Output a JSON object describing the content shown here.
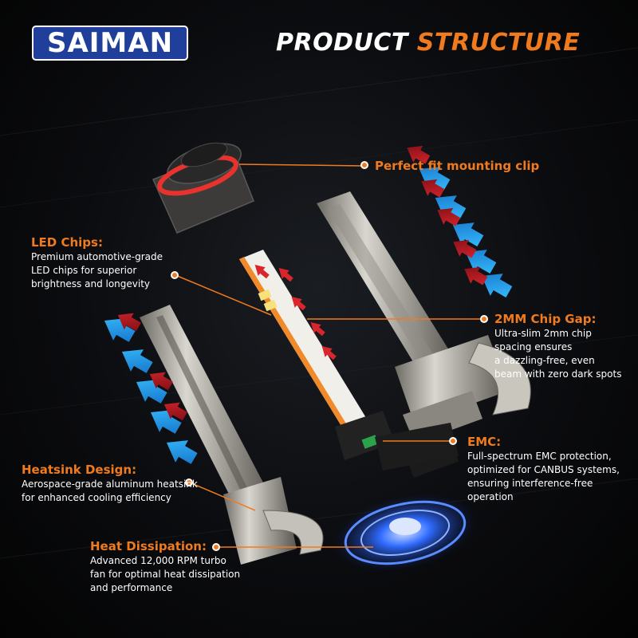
{
  "brand": {
    "logo_text": "SAIMAN"
  },
  "headline": {
    "word1": "PRODUCT",
    "word2": "STRUCTURE"
  },
  "callouts": {
    "mounting_clip": {
      "title": "Perfect fit mounting clip"
    },
    "led_chips": {
      "title": "LED Chips:",
      "lines": [
        "Premium automotive-grade",
        "LED chips for superior",
        "brightness and longevity"
      ]
    },
    "chip_gap": {
      "title": "2MM Chip Gap:",
      "lines": [
        "Ultra-slim 2mm chip",
        "spacing ensures",
        "a dazzling-free, even",
        "beam with zero dark spots"
      ]
    },
    "emc": {
      "title": "EMC:",
      "lines": [
        "Full-spectrum EMC protection,",
        "optimized for CANBUS systems,",
        "ensuring interference-free",
        "operation"
      ]
    },
    "heatsink": {
      "title": "Heatsink Design:",
      "lines": [
        "Aerospace-grade aluminum heatsink",
        "for enhanced cooling efficiency"
      ]
    },
    "heat_dissipation": {
      "title": "Heat Dissipation:",
      "lines": [
        "Advanced 12,000 RPM turbo",
        "fan for optimal heat dissipation",
        "and performance"
      ]
    }
  },
  "colors": {
    "accent": "#f07b1f",
    "text": "#ffffff",
    "background": "#050505",
    "cool_arrow": "#2aa7e8",
    "warm_arrow": "#d8262c",
    "fan_glow": "#2f6bff"
  }
}
